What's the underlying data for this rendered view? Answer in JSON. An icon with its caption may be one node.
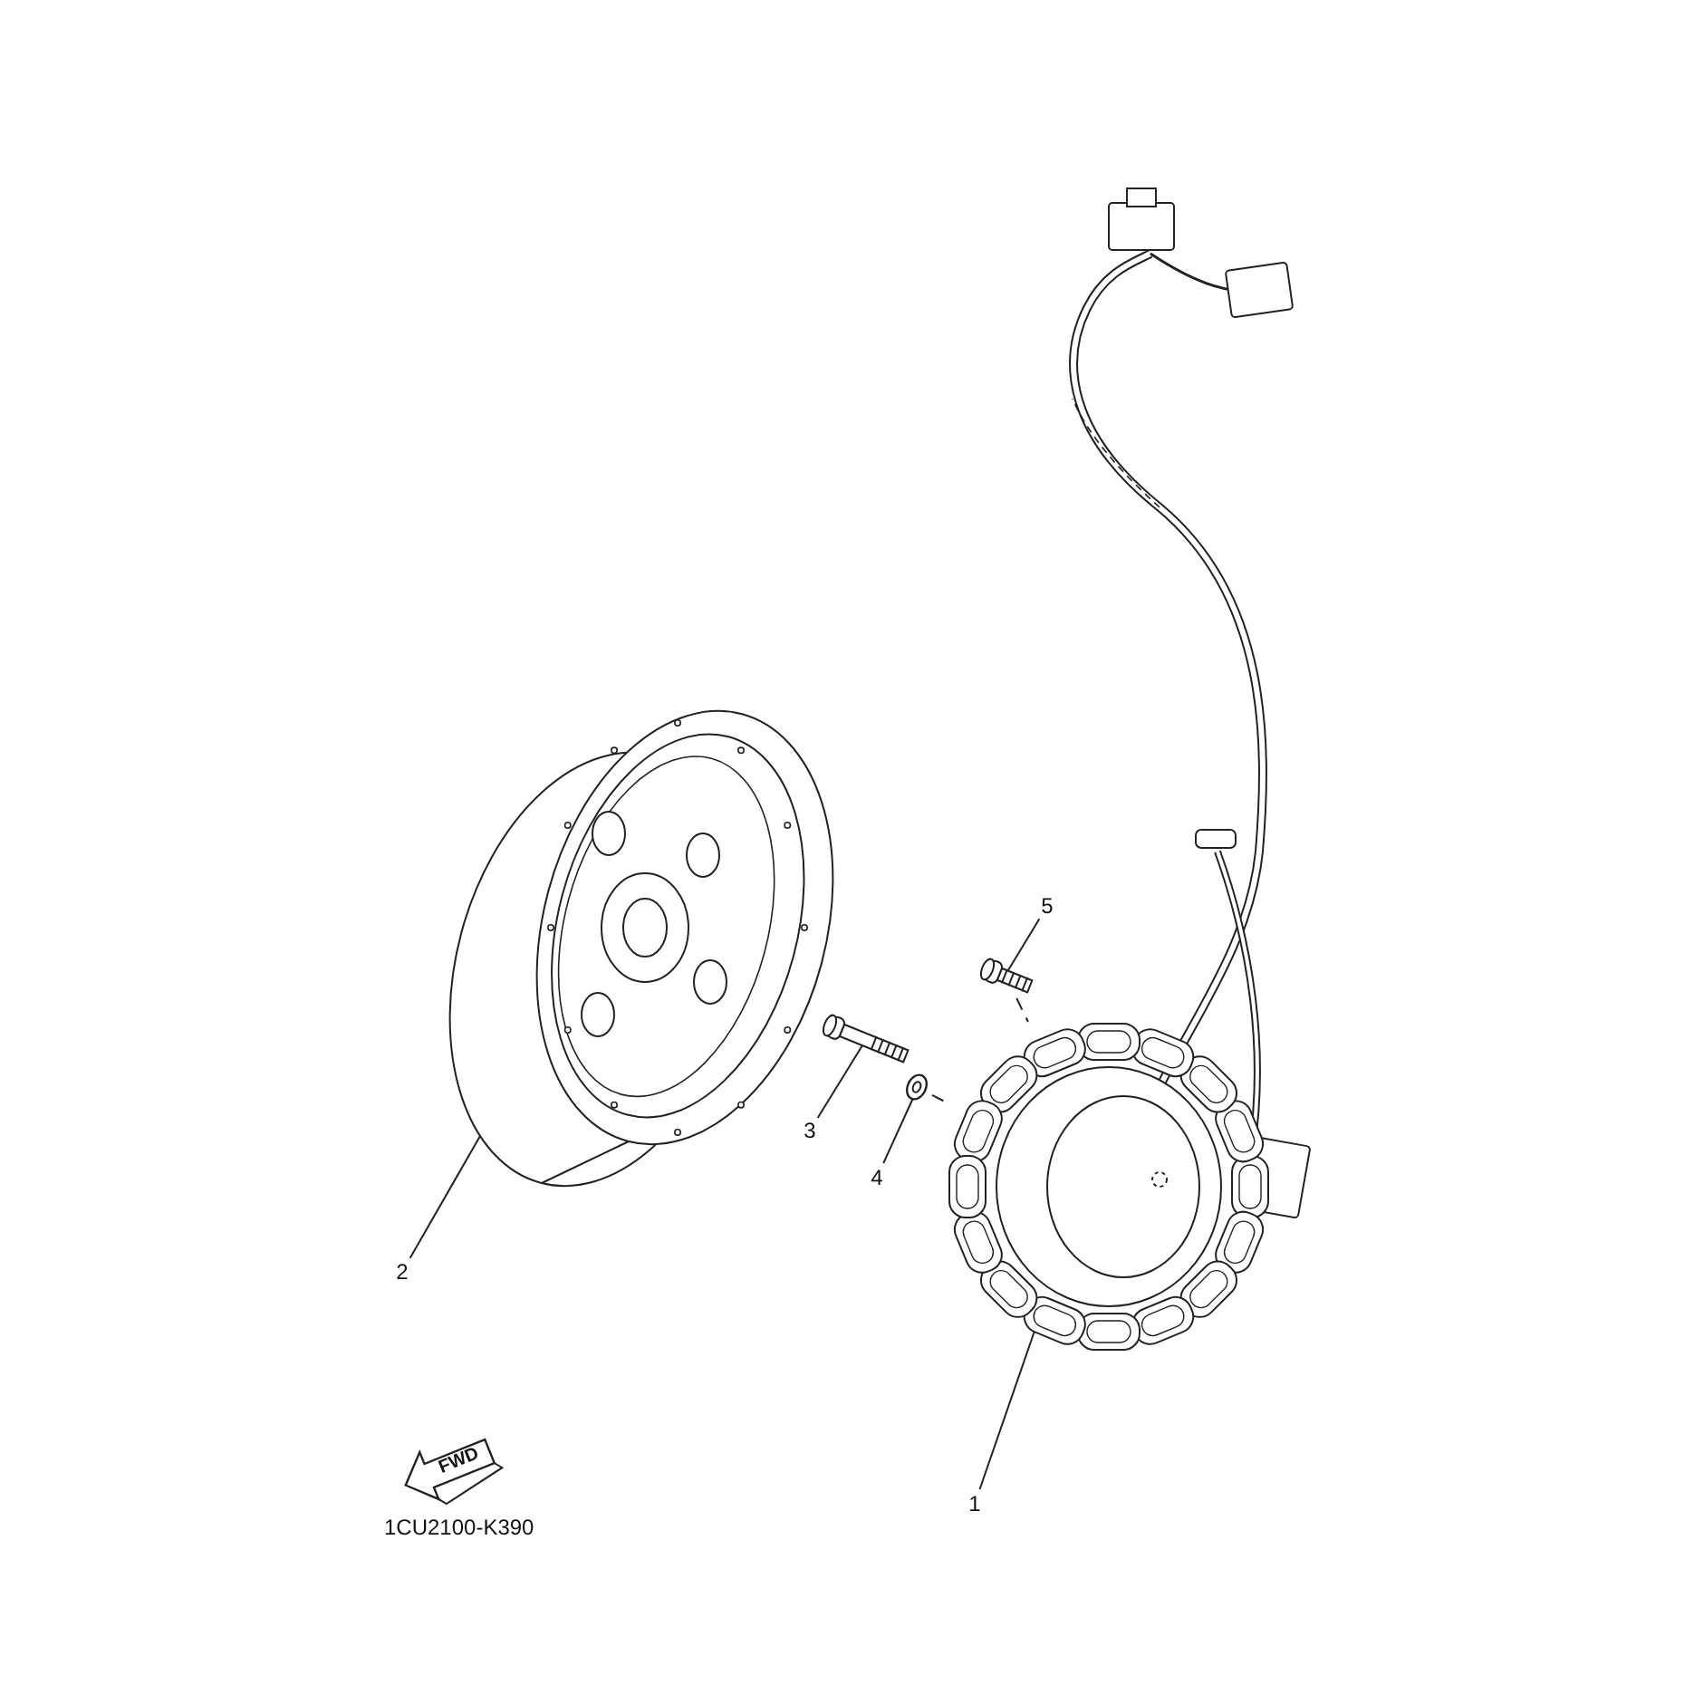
{
  "diagram": {
    "nodes": [
      {
        "text": [
          "5"
        ]
      },
      {
        "text": [
          "3"
        ]
      },
      {
        "text": [
          "4"
        ]
      },
      {
        "text": [
          "2"
        ]
      },
      {
        "text": [
          "1"
        ]
      },
      {
        "text": [],
        "shape": "picture"
      },
      {
        "text": [],
        "shape": "picture"
      },
      {
        "text": [],
        "shape": "picture"
      },
      {
        "text": [],
        "shape": "picture"
      },
      {
        "text": [],
        "shape": "picture"
      }
    ],
    "edges": [
      {
        "from": 0,
        "to": 9,
        "arrow": "none"
      },
      {
        "from": 1,
        "to": 7,
        "arrow": "none"
      },
      {
        "from": 2,
        "to": 8,
        "arrow": "none"
      },
      {
        "from": 3,
        "to": 5,
        "arrow": "none"
      },
      {
        "from": 4,
        "to": 6,
        "arrow": "none"
      },
      {
        "from": 9,
        "to": 6,
        "arrow": "none",
        "style": "dashed"
      },
      {
        "from": 8,
        "to": 6,
        "arrow": "none",
        "style": "dashed"
      }
    ],
    "labels": [
      "FWD",
      "1CU2100-K390"
    ]
  }
}
